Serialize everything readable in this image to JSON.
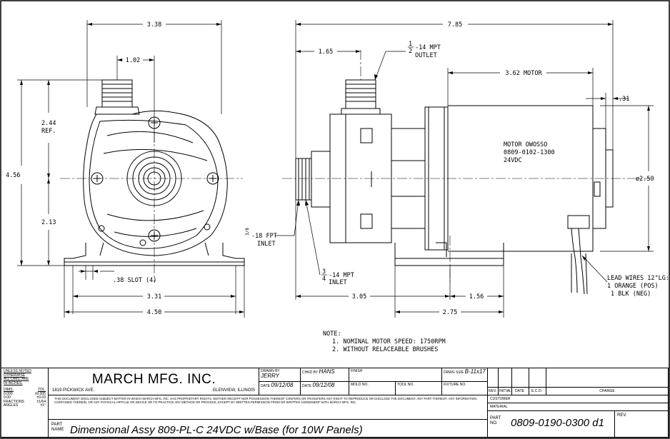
{
  "drawing": {
    "left_view": {
      "width_338": "3.38",
      "dim_102": "1.02",
      "height_244": "2.44",
      "ref": "REF.",
      "height_456": "4.56",
      "height_213": "2.13",
      "slot": ".38 SLOT (4)",
      "width_331": "3.31",
      "width_450": "4.50"
    },
    "right_view": {
      "overall_785": "7.85",
      "dim_165": "1.65",
      "outlet_fraction_num": "1",
      "outlet_fraction_den": "2",
      "outlet_thread": "-14 MPT",
      "outlet_label": "OUTLET",
      "motor_dim": "3.62 MOTOR",
      "dim_31": ".31",
      "motor_line1": "MOTOR OWOSSO",
      "motor_line2": "0809-0102-1300",
      "motor_line3": "24VDC",
      "diameter": "ø2.50",
      "fpt_fraction": "3/8",
      "fpt_thread": "-18 FPT",
      "fpt_inlet": "INLET",
      "inlet_fraction_num": "3",
      "inlet_fraction_den": "4",
      "inlet_thread": "-14 MPT",
      "inlet_label": "INLET",
      "lead_line1": "LEAD WIRES 12\"LG:",
      "lead_line2": "1 ORANGE (POS)",
      "lead_line3": "1 BLK (NEG)",
      "dim_305": "3.05",
      "dim_156": "1.56",
      "dim_275": "2.75"
    },
    "notes": {
      "title": "NOTE:",
      "line1": "1. NOMINAL MOTOR SPEED: 1750RPM",
      "line2": "2. WITHOUT RELACEABLE BRUSHES"
    }
  },
  "title_block": {
    "unless_noted": "UNLESS NOTED",
    "otherwise": "OTHERWISE",
    "all_dims": "ALL DIMS. ARE",
    "in_inches": "IN INCHES.",
    "dims_hdr": "DIMS.",
    "tol_hdr": "TOL.",
    "tol_rows": [
      {
        "dims": "0.000",
        "tol": "±0.005"
      },
      {
        "dims": "0.00",
        "tol": "±0.03"
      },
      {
        "dims": "FRACTIONS",
        "tol": "±1/64"
      },
      {
        "dims": "ANGLES",
        "tol": "±1°"
      }
    ],
    "company": "MARCH MFG. INC.",
    "address": "1819 PICKWICK AVE.",
    "city": "GLENVIEW, ILLINOIS",
    "disclaimer": "THIS DOCUMENT DISCLOSED SUBJECT MATTER IN WHICH MARCH MFG. INC. HAS PROPRIETARY RIGHTS, NEITHER RECEIPT NOR POSSESSION THEREOF CONFERS OR TRANSFERS ANY RIGHT TO REPRODUCE OR DISCLOSE THE DOCUMENT, ANY PART THEREOF, ANY INFORMATION CONTAINED THEREIN, OR ANY PHYSICAL ARTICLE OR DEVICE OR TO PRACTICE ANY METHOD OR PROCESS, EXCEPT BY WRITTEN PERMISSION FROM OR WRITTEN AGREEMENT WITH MARCH MFG. INC.",
    "drawn_by_label": "DRAWN BY",
    "drawn_by": "JERRY",
    "chkd_by_label": "CHKD BY",
    "chkd_by": "HANS",
    "finish_label": "FINISH",
    "drwg_size_label": "DRWG SIZE",
    "drwg_size": "B-11x17",
    "date_label": "DATE",
    "date1": "09/12/08",
    "date2": "09/12/08",
    "mold_label": "MOLD NO.",
    "tool_label": "TOOL NO.",
    "fixture_label": "FIXTURE NO.",
    "part_name_label_1": "PART",
    "part_name_label_2": "NAME",
    "part_name": "Dimensional Assy 809-PL-C 24VDC w/Base (for 10W Panels)",
    "rev_hdr": "REV.",
    "initials_hdr": "INITIALS",
    "date_hdr": "DATE",
    "eco_hdr": "E.C.O.",
    "change_hdr": "CHANGE",
    "customer_label": "CUSTOMER",
    "material_label": "MATERIAL",
    "part_no_label_1": "PART",
    "part_no_label_2": "NO.",
    "part_no": "0809-0190-0300 d1",
    "rev_label": "REV."
  }
}
